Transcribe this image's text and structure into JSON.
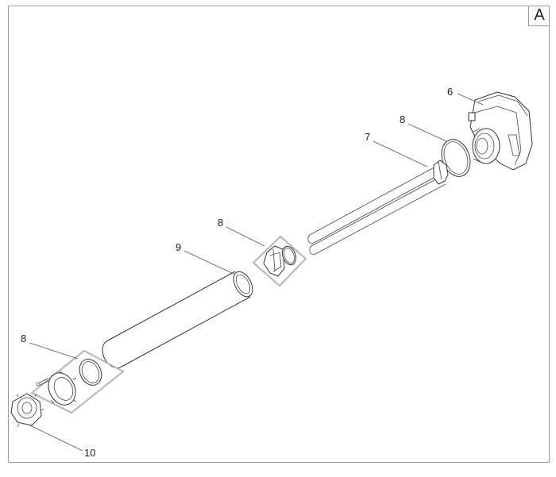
{
  "diagram": {
    "view_letter": "A",
    "callouts": [
      {
        "id": "c6",
        "text": "6"
      },
      {
        "id": "c8a",
        "text": "8"
      },
      {
        "id": "c7",
        "text": "7"
      },
      {
        "id": "c8b",
        "text": "8"
      },
      {
        "id": "c9",
        "text": "9"
      },
      {
        "id": "c8c",
        "text": "8"
      },
      {
        "id": "c10",
        "text": "10"
      }
    ]
  }
}
